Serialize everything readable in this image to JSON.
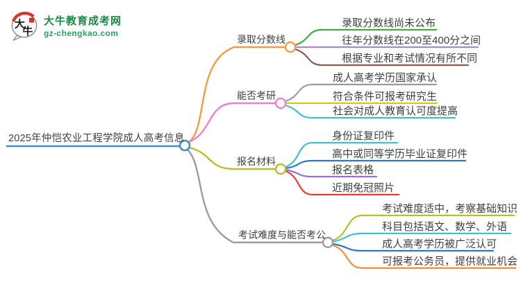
{
  "logo": {
    "icon": "dani-ox-speech-bubble-icon",
    "icon_text": "大牛",
    "title": "大牛教育成考网",
    "domain": "gz-chengkao.com",
    "title_color": "#1a8a47",
    "domain_color": "#2f9e5f",
    "seal_color": "#c0392b"
  },
  "mindmap": {
    "root": {
      "label": "2025年仲恺农业工程学院成人高考信息",
      "color": "#3e8ccc"
    },
    "branches": [
      {
        "label": "录取分数线",
        "color": "#f79b3d",
        "children": [
          {
            "label": "录取分数线尚未公布",
            "color": "#43a647"
          },
          {
            "label": "往年分数线在200至400分之间",
            "color": "#ab85d5"
          },
          {
            "label": "根据专业和考试情况有所不同",
            "color": "#95564d"
          }
        ]
      },
      {
        "label": "能否考研",
        "color": "#f07fc8",
        "children": [
          {
            "label": "成人高考学历国家承认",
            "color": "#9b9b9b"
          },
          {
            "label": "符合条件可报考研究生",
            "color": "#d3c721"
          },
          {
            "label": "社会对成人教育认可度提高",
            "color": "#39c2d8"
          }
        ]
      },
      {
        "label": "报名材料",
        "color": "#bcbd22",
        "children": [
          {
            "label": "身份证复印件",
            "color": "#39c2d8"
          },
          {
            "label": "高中或同等学历毕业证复印件",
            "color": "#2f76c2"
          },
          {
            "label": "报名表格",
            "color": "#9c6cd6"
          },
          {
            "label": "近期免冠照片",
            "color": "#e93a31"
          }
        ]
      },
      {
        "label": "考试难度与能否考公",
        "color": "#9b9b9b",
        "children": [
          {
            "label": "考试难度适中，考察基础知识",
            "color": "#bcbd22"
          },
          {
            "label": "科目包括语文、数学、外语",
            "color": "#39c2d8"
          },
          {
            "label": "成人高考学历被广泛认可",
            "color": "#2f76c2"
          },
          {
            "label": "可报考公务员，提供就业机会",
            "color": "#f78b33"
          }
        ]
      }
    ]
  }
}
